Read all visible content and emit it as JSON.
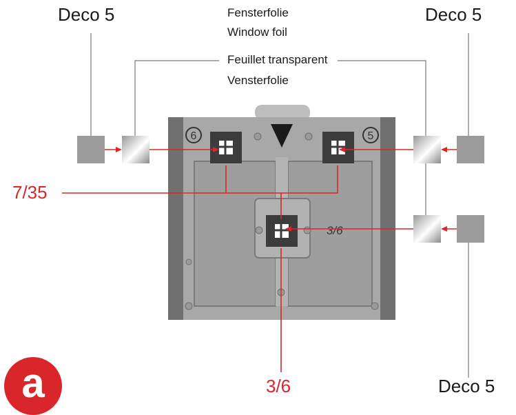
{
  "labels": {
    "deco_top_left": "Deco 5",
    "deco_top_right": "Deco 5",
    "deco_bottom_right": "Deco 5",
    "foil_de": "Fensterfolie",
    "foil_en": "Window foil",
    "foil_fr": "Feuillet transparent",
    "foil_nl": "Vensterfolie",
    "size_left": "7/35",
    "size_bottom": "3/6",
    "size_on_frame": "3/6",
    "marker": "a",
    "frame_num_left": "6",
    "frame_num_right": "5"
  },
  "colors": {
    "accent": "#d9262b",
    "frame": "#a9a9a9",
    "text": "#1a1a1a"
  },
  "icons": {
    "window": "window-grid-icon",
    "pointer": "triangle-down-icon"
  }
}
